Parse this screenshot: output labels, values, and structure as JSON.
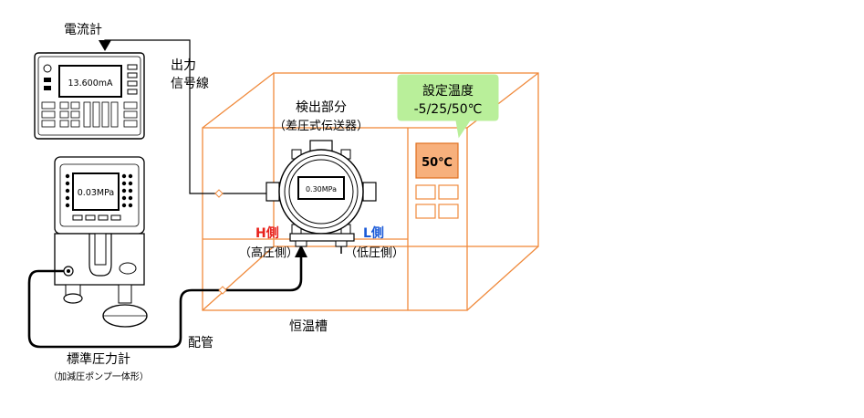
{
  "labels": {
    "ammeter": "電流計",
    "output_line1": "出力",
    "output_line2": "信号線",
    "detector_line1": "検出部分",
    "detector_line2": "（差圧式伝送器）",
    "setpoint_line1": "設定温度",
    "setpoint_line2": "-5/25/50℃",
    "h_side": "H側",
    "h_side_sub": "（高圧側）",
    "l_side": "L側",
    "l_side_sub": "（低圧側）",
    "bath": "恒温槽",
    "piping": "配管",
    "std_gauge_line1": "標準圧力計",
    "std_gauge_line2": "（加減圧ポンプ一体形）"
  },
  "displays": {
    "ammeter_reading": "13.600mA",
    "gauge_reading": "0.03MPa",
    "transmitter_reading": "0.30MPa",
    "bath_temperature": "50℃"
  },
  "colors": {
    "chamber_orange": "#f08a3c",
    "h_side_red": "#e8201a",
    "l_side_blue": "#1a5ad8",
    "bubble_green": "#b9ef9a",
    "temp_box": "#f7b07c"
  }
}
